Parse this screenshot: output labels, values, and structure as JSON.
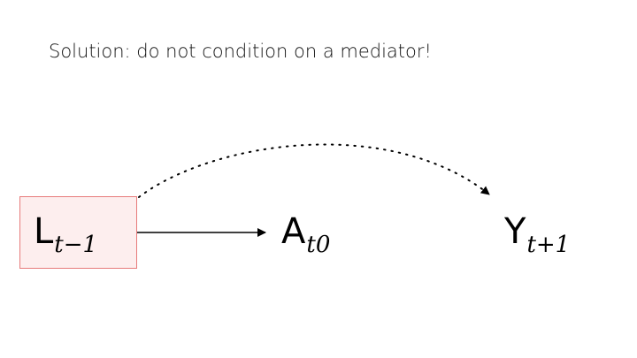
{
  "title": "Solution: do not condition on a mediator!",
  "nodes": {
    "L": {
      "main": "L",
      "sub": "t−1"
    },
    "A": {
      "main": "A",
      "sub": "t0"
    },
    "Y": {
      "main": "Y",
      "sub": "t+1"
    }
  },
  "colors": {
    "box_fill": "#fdeeee",
    "box_border": "#e77b7b"
  }
}
